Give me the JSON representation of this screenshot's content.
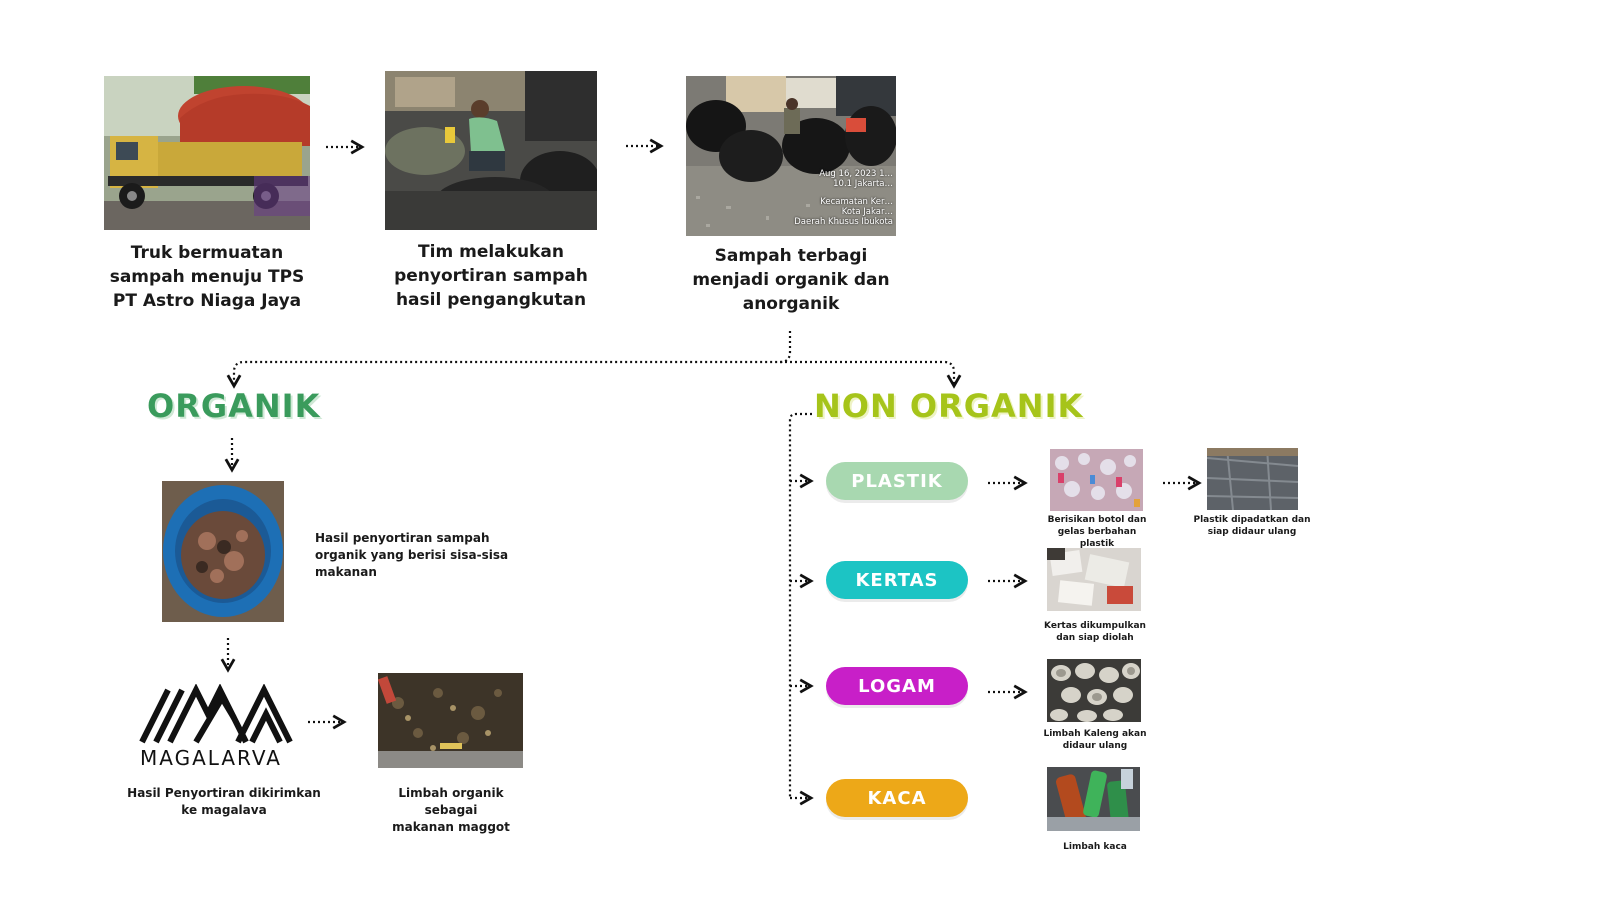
{
  "steps": [
    {
      "caption": "Truk bermuatan\nsampah menuju  TPS\nPT Astro Niaga Jaya",
      "image": "garbage-truck-photo"
    },
    {
      "caption": "Tim melakukan\npenyortiran sampah\nhasil pengangkutan",
      "image": "worker-sorting-photo"
    },
    {
      "caption": "Sampah terbagi\nmenjadi organik dan\nanorganik",
      "image": "sorted-bags-photo",
      "photo_stamp": [
        "Aug 16, 2023 1…",
        "10.1 Jakarta…",
        "Kecamatan Ker…",
        "Kota Jakar…",
        "Daerah Khusus Ibukota"
      ]
    }
  ],
  "organic": {
    "heading": "ORGANIK",
    "heading_color": "#3a9b5c",
    "bucket_caption": "Hasil penyortiran sampah\norganik yang berisi sisa-sisa\nmakanan",
    "logo_text": "MAGALARVA",
    "logo_caption": "Hasil Penyortiran dikirimkan\nke magalava",
    "maggot_caption": "Limbah organik sebagai\nmakanan maggot"
  },
  "inorganic": {
    "heading": "NON ORGANIK",
    "heading_color": "#a6c41a",
    "categories": [
      {
        "label": "PLASTIK",
        "color": "#a8d8b0",
        "captions": [
          "Berisikan botol dan\ngelas berbahan plastik",
          "Plastik dipadatkan dan\nsiap didaur ulang"
        ]
      },
      {
        "label": "KERTAS",
        "color": "#1cc4c4",
        "captions": [
          "Kertas dikumpulkan\ndan siap diolah"
        ]
      },
      {
        "label": "LOGAM",
        "color": "#c81fc8",
        "captions": [
          "Limbah Kaleng akan\ndidaur ulang"
        ]
      },
      {
        "label": "KACA",
        "color": "#eda818",
        "captions": [
          "Limbah  kaca"
        ]
      }
    ]
  }
}
